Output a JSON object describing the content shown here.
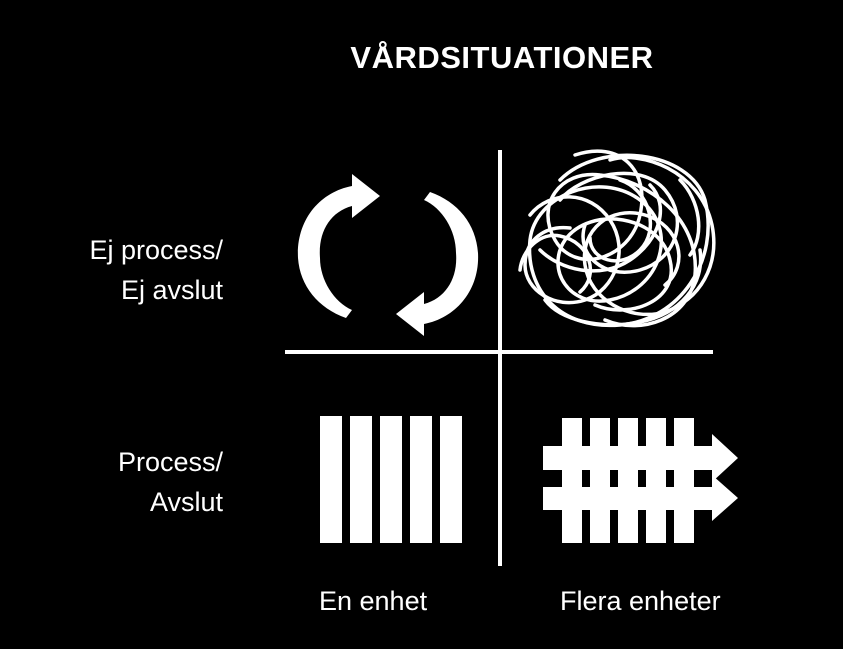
{
  "title": "VÅRDSITUATIONER",
  "rows": {
    "top": {
      "line1": "Ej process/",
      "line2": "Ej avslut"
    },
    "bottom": {
      "line1": "Process/",
      "line2": "Avslut"
    }
  },
  "columns": {
    "left": "En enhet",
    "right": "Flera enheter"
  },
  "icons": {
    "top_left": "cycle-arrows-icon",
    "top_right": "tangled-scribble-icon",
    "bottom_left": "parallel-bars-icon",
    "bottom_right": "bars-with-arrows-icon"
  },
  "colors": {
    "background": "#000000",
    "foreground": "#ffffff"
  }
}
